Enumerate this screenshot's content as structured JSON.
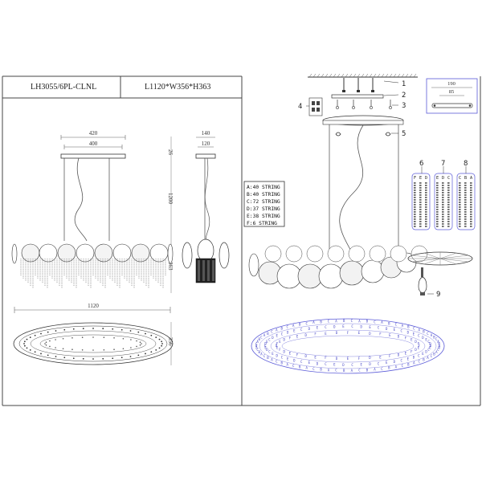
{
  "header": {
    "model": "LH3055/6PL-CLNL",
    "size": "L1120*W356*H363"
  },
  "front_view": {
    "dim_top_outer": "420",
    "dim_top_inner": "400",
    "dim_canopy_h": "26",
    "dim_cable": "1200",
    "dim_body_h": "363",
    "dim_bottom_width": "1120"
  },
  "side_view": {
    "dim_top_outer": "140",
    "dim_top_inner": "120"
  },
  "top_view": {
    "dim_depth": "356"
  },
  "string_legend": [
    "A:40 STRING",
    "B:40 STRING",
    "C:72 STRING",
    "D:37 STRING",
    "E:38 STRING",
    "F:6 STRING"
  ],
  "part_labels": [
    "1",
    "2",
    "3",
    "4",
    "5",
    "6",
    "7",
    "8",
    "9"
  ],
  "detail_box": {
    "dim_outer": "190",
    "dim_inner": "85"
  },
  "string_columns": {
    "col6": [
      "F",
      "E",
      "D"
    ],
    "col7": [
      "E",
      "D",
      "C"
    ],
    "col8": [
      "C",
      "B",
      "A"
    ]
  }
}
